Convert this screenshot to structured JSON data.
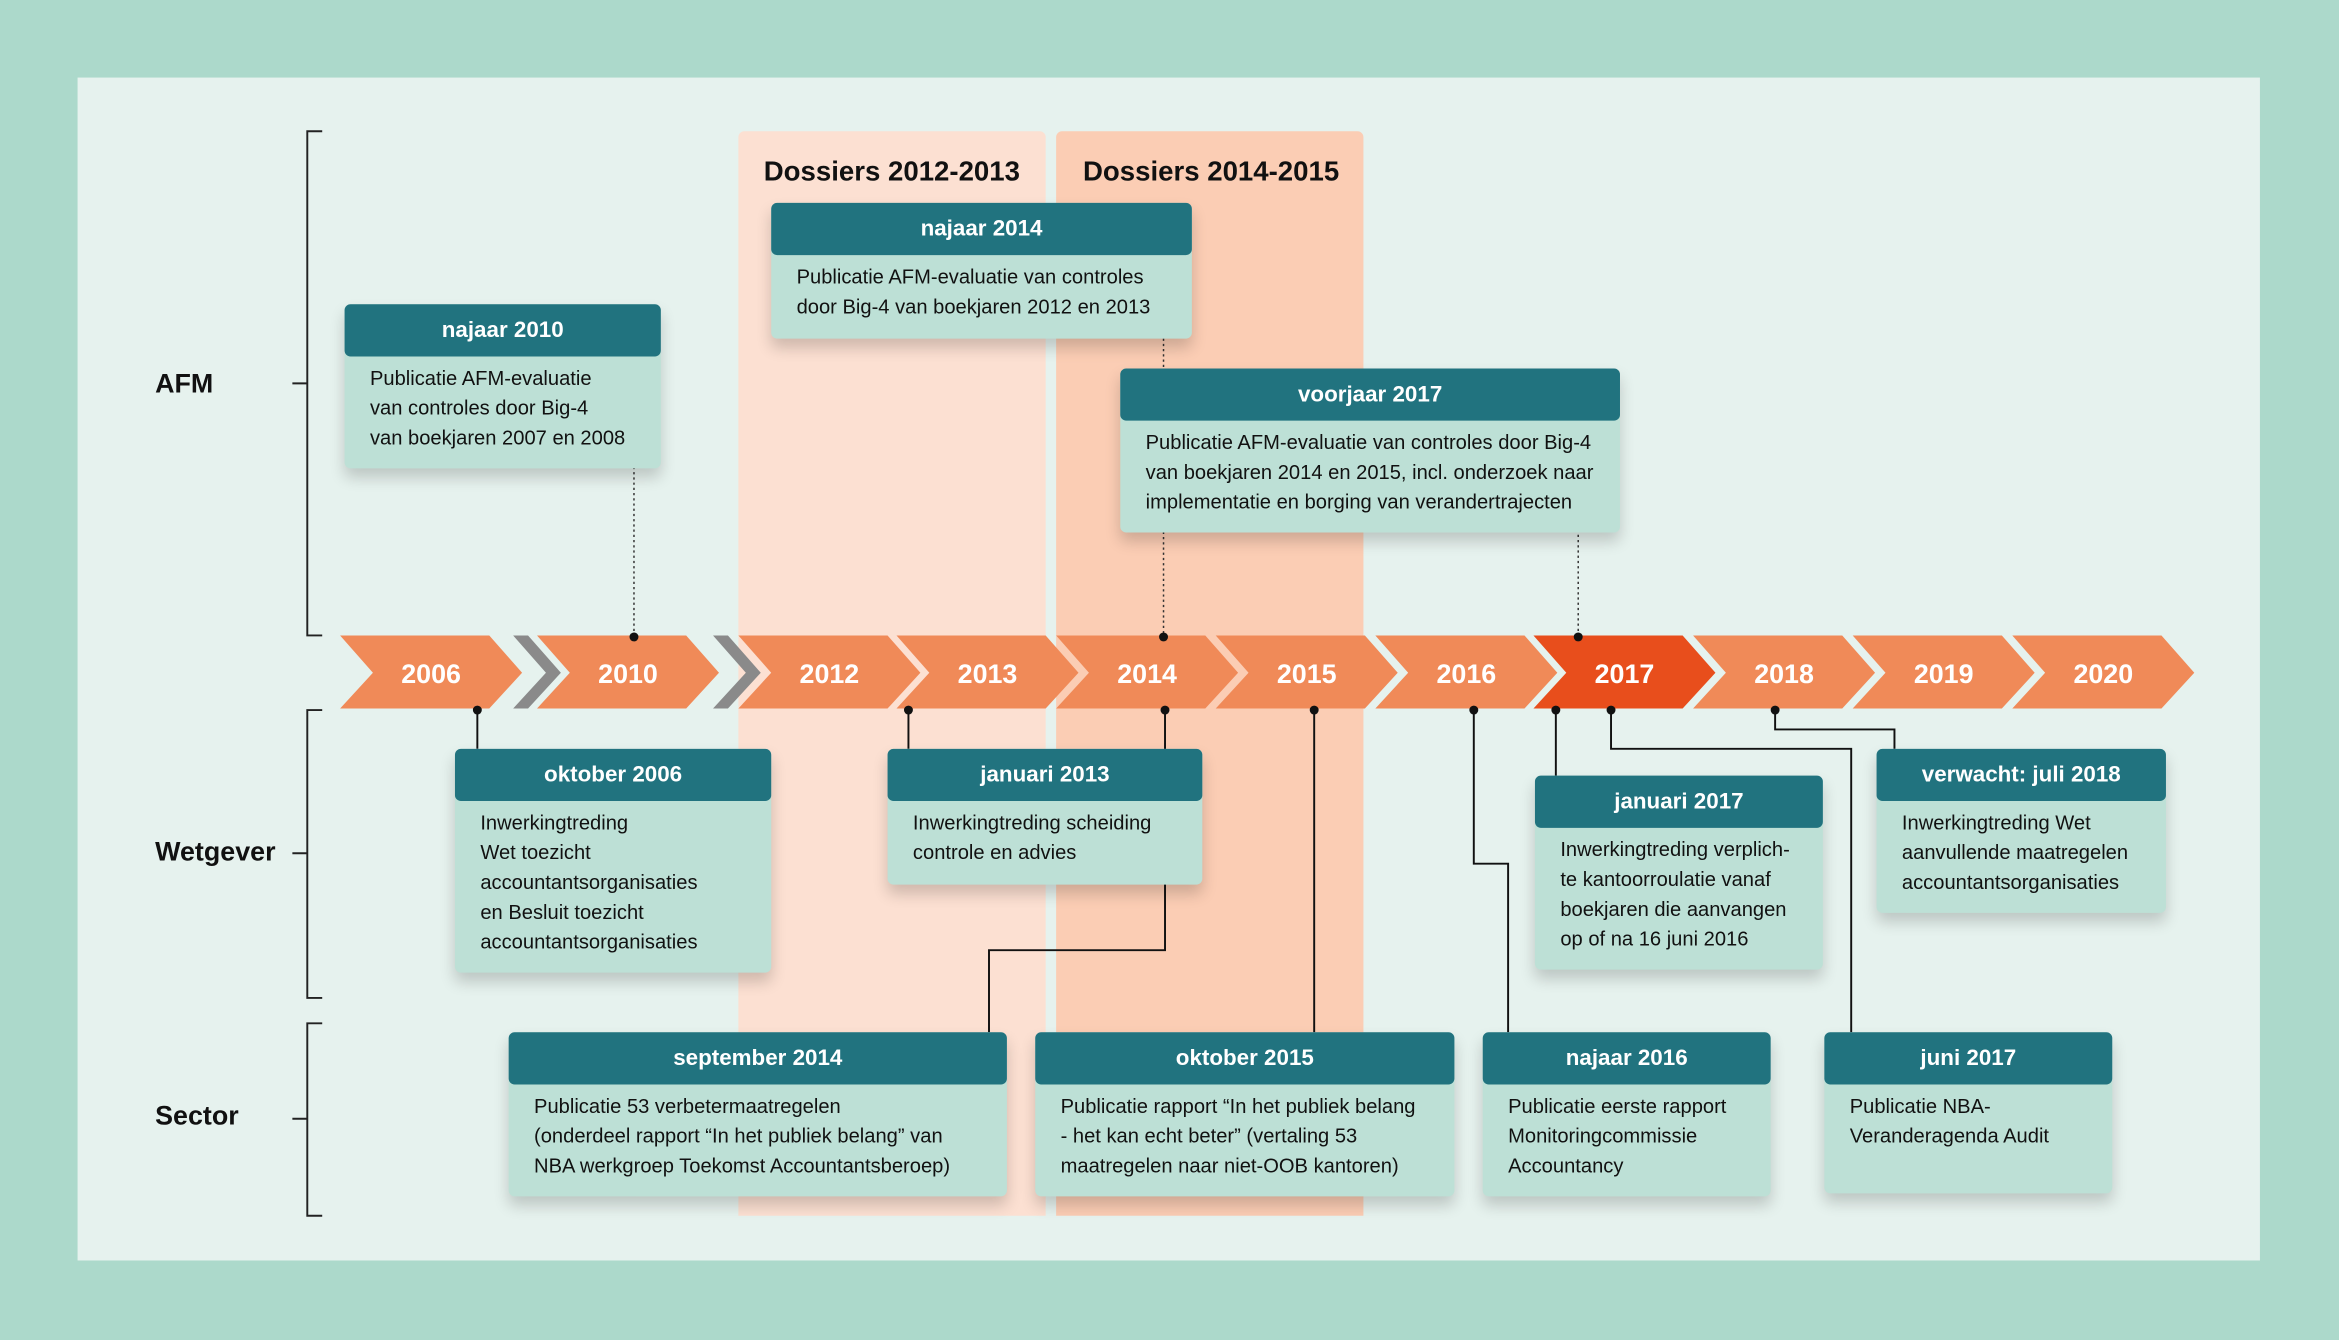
{
  "rows": {
    "afm": "AFM",
    "wetgever": "Wetgever",
    "sector": "Sector"
  },
  "dossiers": [
    "Dossiers 2012-2013",
    "Dossiers 2014-2015"
  ],
  "timeline": {
    "years": [
      "2006",
      "2010",
      "2012",
      "2013",
      "2014",
      "2015",
      "2016",
      "2017",
      "2018",
      "2019",
      "2020"
    ],
    "highlight_year": "2017",
    "colors": {
      "year": "#f08a58",
      "highlight": "#e84e1c",
      "gap": "#8a8a8a"
    }
  },
  "cards": {
    "najaar2010": {
      "title": "najaar 2010",
      "lines": [
        "Publicatie AFM-evaluatie",
        "van controles door Big-4",
        "van boekjaren 2007 en 2008"
      ]
    },
    "najaar2014": {
      "title": "najaar 2014",
      "lines": [
        "Publicatie AFM-evaluatie van controles",
        "door Big-4 van boekjaren 2012 en 2013"
      ]
    },
    "voorjaar2017": {
      "title": "voorjaar 2017",
      "lines": [
        "Publicatie AFM-evaluatie van controles door Big-4",
        "van boekjaren 2014 en 2015, incl. onderzoek naar",
        "implementatie en borging van verandertrajecten"
      ]
    },
    "oktober2006": {
      "title": "oktober 2006",
      "lines": [
        "Inwerkingtreding",
        "Wet toezicht",
        "accountantsorganisaties",
        "en Besluit toezicht",
        "accountantsorganisaties"
      ]
    },
    "januari2013": {
      "title": "januari 2013",
      "lines": [
        "Inwerkingtreding scheiding",
        "controle en advies"
      ]
    },
    "januari2017": {
      "title": "januari 2017",
      "lines": [
        "Inwerkingtreding verplich-",
        "te kantoorroulatie vanaf",
        "boekjaren die aanvangen",
        "op of na 16 juni 2016"
      ]
    },
    "juli2018": {
      "title": "verwacht: juli 2018",
      "lines": [
        "Inwerkingtreding Wet",
        "aanvullende maatregelen",
        "accountantsorganisaties"
      ]
    },
    "september2014": {
      "title": "september 2014",
      "lines": [
        "Publicatie 53 verbetermaatregelen",
        "(onderdeel rapport “In het publiek belang” van",
        "NBA werkgroep Toekomst Accountantsberoep)"
      ]
    },
    "oktober2015": {
      "title": "oktober 2015",
      "lines": [
        "Publicatie rapport “In het publiek belang",
        "- het kan echt beter” (vertaling 53",
        "maatregelen naar niet-OOB kantoren)"
      ]
    },
    "najaar2016": {
      "title": "najaar 2016",
      "lines": [
        "Publicatie eerste rapport",
        "Monitoringcommissie",
        "Accountancy"
      ]
    },
    "juni2017": {
      "title": "juni 2017",
      "lines": [
        "Publicatie NBA-",
        "Veranderagenda Audit"
      ]
    }
  }
}
